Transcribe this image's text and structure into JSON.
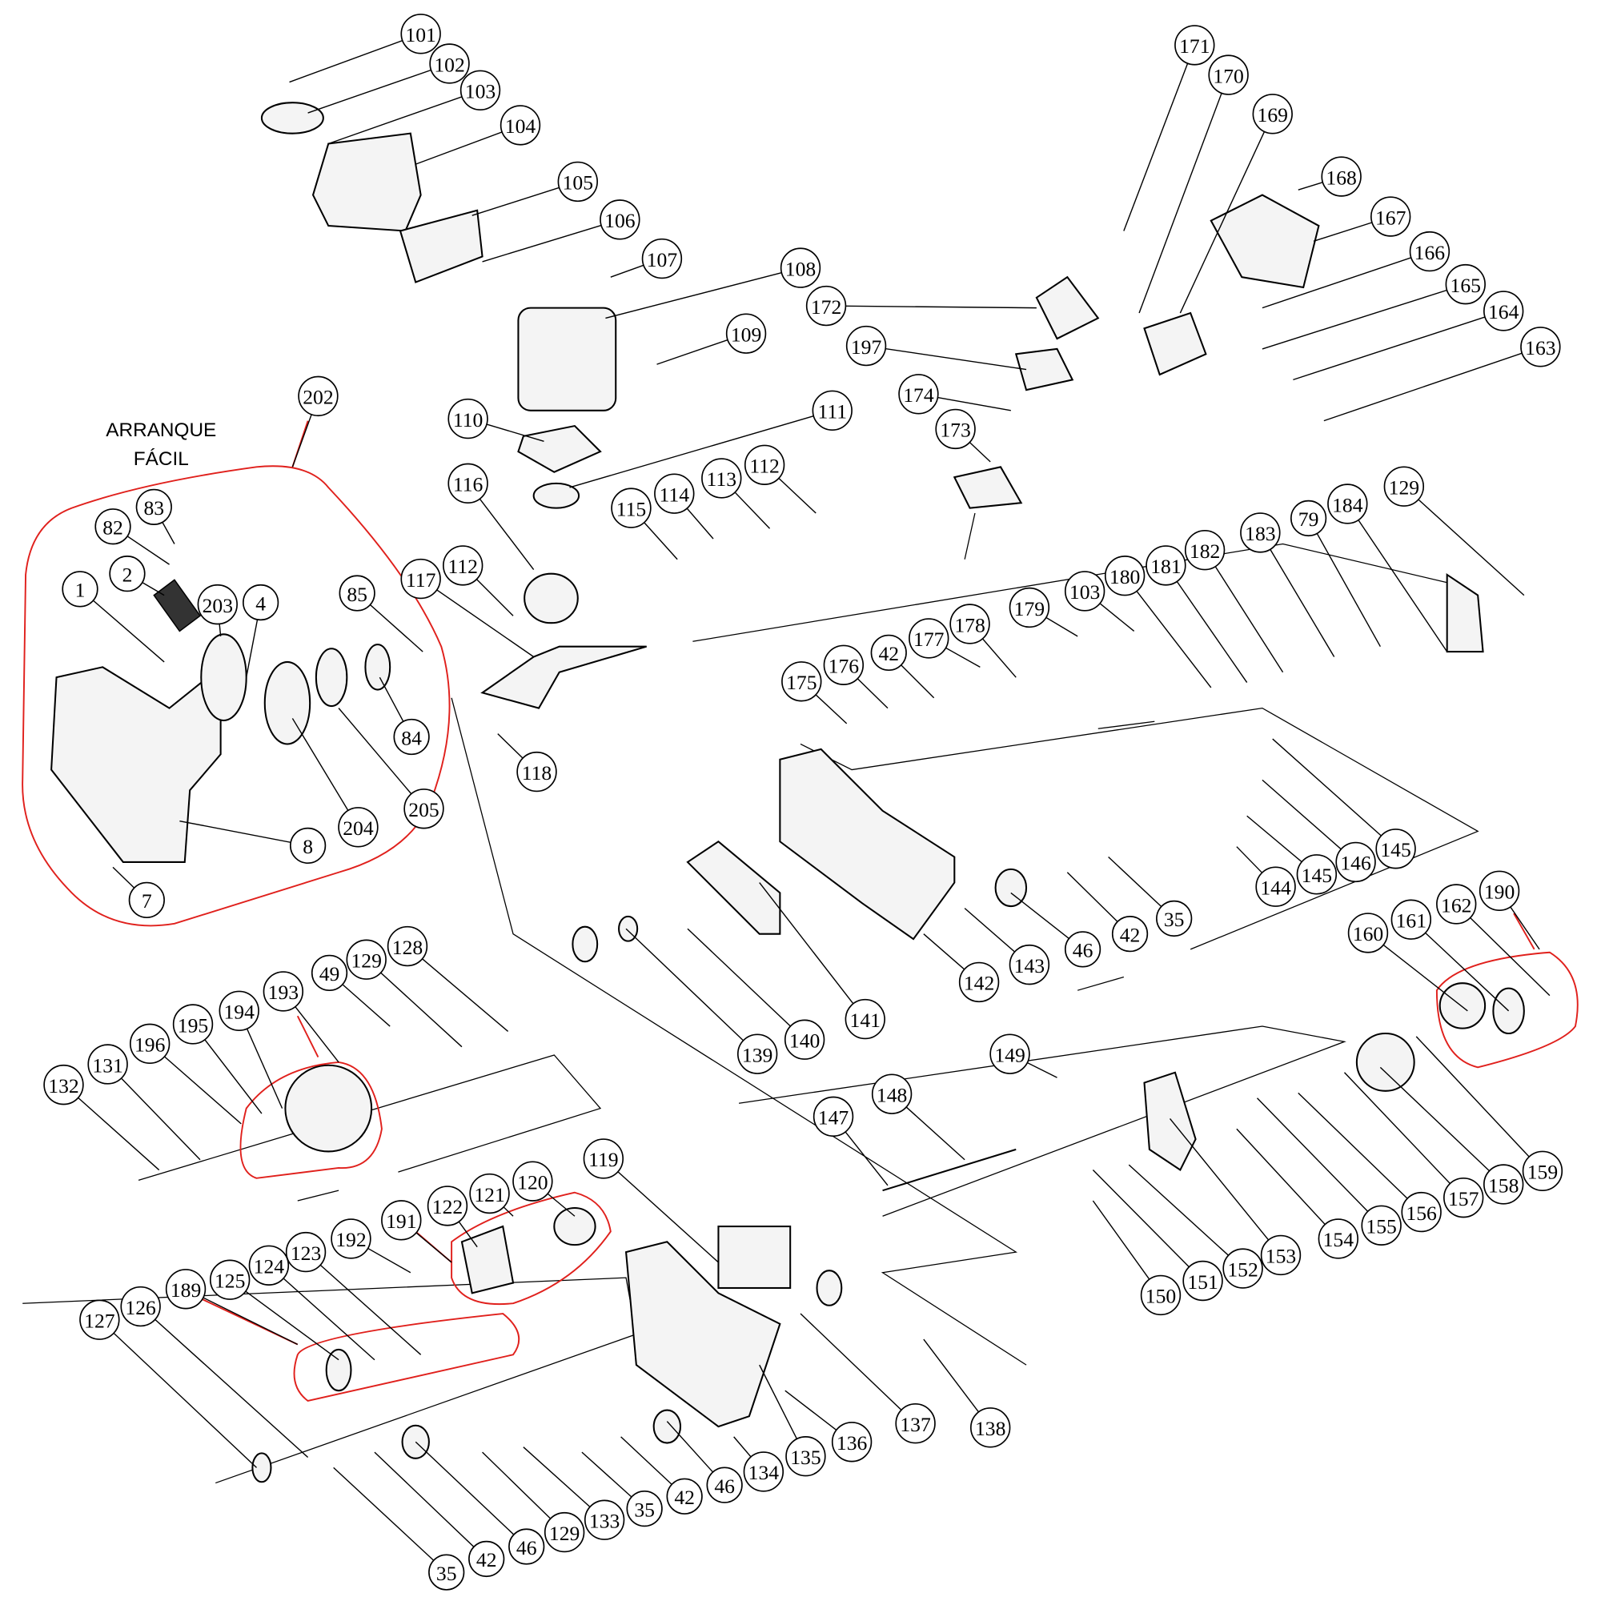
{
  "diagram": {
    "caption_lines": [
      "ARRANQUE",
      "FÁCIL"
    ],
    "highlight_color": "#e0201c",
    "labels": [
      "101",
      "102",
      "103",
      "104",
      "105",
      "106",
      "107",
      "108",
      "109",
      "110",
      "111",
      "116",
      "112",
      "113",
      "114",
      "115",
      "117",
      "112",
      "118",
      "202",
      "83",
      "82",
      "2",
      "203",
      "4",
      "1",
      "85",
      "84",
      "204",
      "205",
      "8",
      "7",
      "171",
      "170",
      "169",
      "168",
      "167",
      "166",
      "165",
      "164",
      "163",
      "172",
      "197",
      "174",
      "173",
      "129",
      "184",
      "79",
      "183",
      "182",
      "181",
      "180",
      "103",
      "179",
      "178",
      "177",
      "42",
      "176",
      "175",
      "145",
      "146",
      "145",
      "144",
      "35",
      "42",
      "46",
      "143",
      "142",
      "141",
      "140",
      "139",
      "190",
      "162",
      "161",
      "160",
      "159",
      "158",
      "157",
      "156",
      "155",
      "154",
      "153",
      "152",
      "151",
      "150",
      "149",
      "148",
      "147",
      "193",
      "194",
      "195",
      "196",
      "131",
      "132",
      "49",
      "129",
      "128",
      "119",
      "120",
      "121",
      "122",
      "191",
      "192",
      "123",
      "124",
      "125",
      "189",
      "126",
      "127",
      "35",
      "42",
      "46",
      "129",
      "133",
      "35",
      "42",
      "46",
      "134",
      "135",
      "136",
      "137",
      "138"
    ]
  }
}
